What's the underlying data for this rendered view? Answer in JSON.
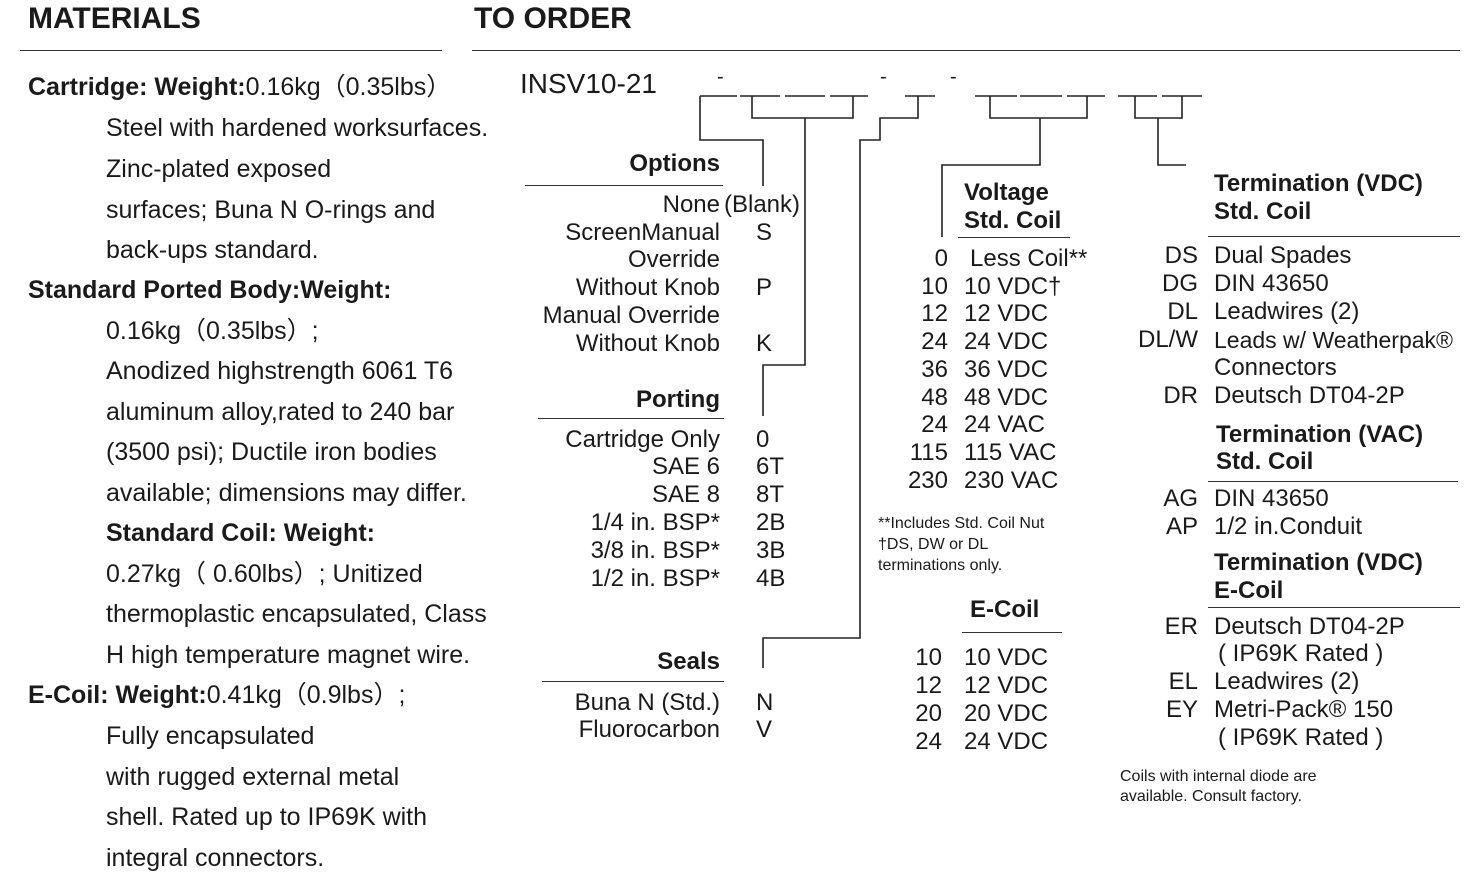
{
  "materials": {
    "heading": "MATERIALS",
    "cartridge_label": "Cartridge: Weight:",
    "cartridge_weight": "0.16kg（0.35lbs）",
    "cartridge_lines": [
      "Steel with hardened worksurfaces.",
      "Zinc-plated exposed",
      "surfaces; Buna N O-rings and",
      "back-ups standard."
    ],
    "body_label": "Standard Ported Body:Weight:",
    "body_lines": [
      "0.16kg（0.35lbs）;",
      "Anodized highstrength 6061 T6",
      "aluminum alloy,rated to 240 bar",
      "(3500 psi); Ductile iron bodies",
      "available; dimensions may differ."
    ],
    "coil_label": "Standard Coil: Weight:",
    "coil_lines": [
      "0.27kg（ 0.60lbs）; Unitized",
      "thermoplastic encapsulated, Class",
      "H high temperature magnet wire."
    ],
    "ecoil_label": "E-Coil: Weight:",
    "ecoil_weight": "0.41kg（0.9lbs）;",
    "ecoil_lines": [
      "Fully encapsulated",
      "with rugged external metal",
      "shell. Rated up to IP69K with",
      "integral connectors."
    ]
  },
  "order": {
    "heading": "TO ORDER",
    "model": "INSV10-21",
    "dashes": [
      "-",
      "-",
      "-"
    ],
    "options": {
      "title": "Options",
      "rows": [
        {
          "name": "None",
          "code": "(Blank)"
        },
        {
          "name": "ScreenManual",
          "code": "S"
        },
        {
          "name": "Override",
          "code": ""
        },
        {
          "name": "Without Knob",
          "code": "P"
        },
        {
          "name": "Manual Override",
          "code": ""
        },
        {
          "name": "Without Knob",
          "code": "K"
        }
      ]
    },
    "porting": {
      "title": "Porting",
      "rows": [
        {
          "name": "Cartridge Only",
          "code": "0"
        },
        {
          "name": "SAE 6",
          "code": "6T"
        },
        {
          "name": "SAE 8",
          "code": "8T"
        },
        {
          "name": "1/4 in. BSP*",
          "code": "2B"
        },
        {
          "name": "3/8 in. BSP*",
          "code": "3B"
        },
        {
          "name": "1/2 in. BSP*",
          "code": "4B"
        }
      ]
    },
    "seals": {
      "title": "Seals",
      "rows": [
        {
          "name": "Buna N (Std.)",
          "code": "N"
        },
        {
          "name": "Fluorocarbon",
          "code": "V"
        }
      ]
    },
    "voltage": {
      "title_1": "Voltage",
      "title_2": "Std. Coil",
      "rows": [
        {
          "code": "0",
          "name": "Less Coil**"
        },
        {
          "code": "10",
          "name": "10 VDC†"
        },
        {
          "code": "12",
          "name": "12 VDC"
        },
        {
          "code": "24",
          "name": "24 VDC"
        },
        {
          "code": "36",
          "name": "36 VDC"
        },
        {
          "code": "48",
          "name": "48 VDC"
        },
        {
          "code": "24",
          "name": "24 VAC"
        },
        {
          "code": "115",
          "name": "115 VAC"
        },
        {
          "code": "230",
          "name": "230 VAC"
        }
      ],
      "notes": [
        "**Includes Std. Coil Nut",
        "†DS, DW or DL",
        "terminations only."
      ]
    },
    "ecoil": {
      "title": "E-Coil",
      "rows": [
        {
          "code": "10",
          "name": "10 VDC"
        },
        {
          "code": "12",
          "name": "12 VDC"
        },
        {
          "code": "20",
          "name": "20 VDC"
        },
        {
          "code": "24",
          "name": "24 VDC"
        }
      ]
    },
    "term_vdc": {
      "title_1": "Termination (VDC)",
      "title_2": "Std. Coil",
      "rows": [
        {
          "code": "DS",
          "name": "Dual Spades"
        },
        {
          "code": "DG",
          "name": "DIN 43650"
        },
        {
          "code": "DL",
          "name": "Leadwires (2)"
        },
        {
          "code": "DL/W",
          "name": "Leads w/ Weatherpak®"
        },
        {
          "code": "",
          "name": "Connectors"
        },
        {
          "code": "DR",
          "name": "Deutsch DT04-2P"
        }
      ]
    },
    "term_vac": {
      "title_1": "Termination (VAC)",
      "title_2": "Std. Coil",
      "rows": [
        {
          "code": "AG",
          "name": "DIN 43650"
        },
        {
          "code": "AP",
          "name": "1/2 in.Conduit"
        }
      ]
    },
    "term_ecoil": {
      "title_1": "Termination (VDC)",
      "title_2": "E-Coil",
      "rows": [
        {
          "code": "ER",
          "name": "Deutsch DT04-2P"
        },
        {
          "code": "",
          "name": "( IP69K Rated )"
        },
        {
          "code": "EL",
          "name": "Leadwires (2)"
        },
        {
          "code": "EY",
          "name": "Metri-Pack® 150"
        },
        {
          "code": "",
          "name": "( IP69K Rated )"
        }
      ]
    },
    "diode_note": [
      "Coils with internal diode are",
      "available. Consult factory."
    ]
  }
}
